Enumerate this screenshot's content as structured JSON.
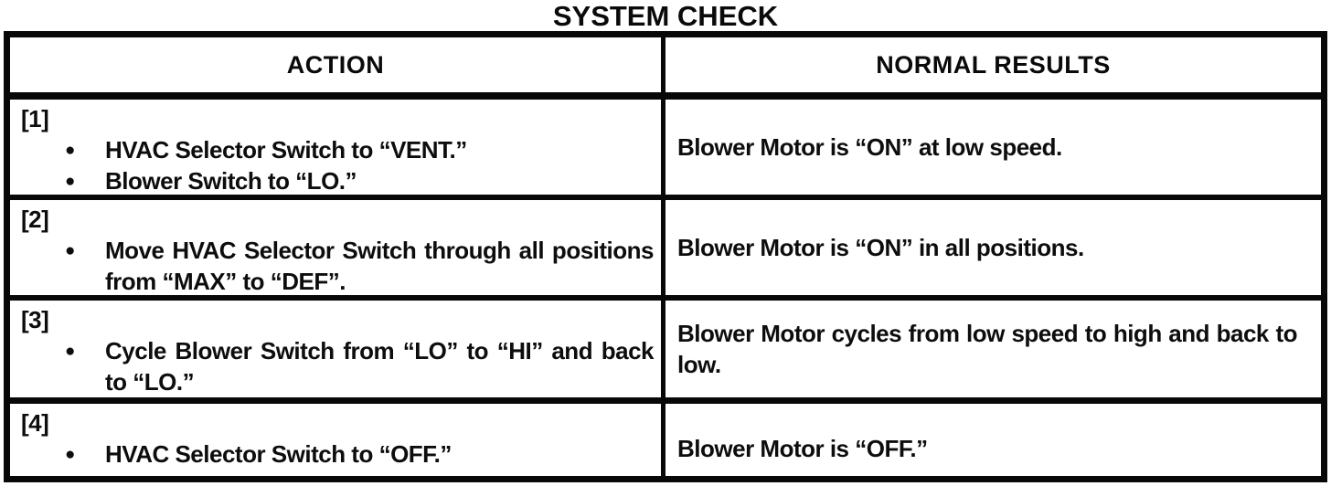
{
  "page": {
    "title": "SYSTEM CHECK"
  },
  "table": {
    "bullet_icon": "●",
    "headers": {
      "action": "ACTION",
      "results": "NORMAL RESULTS"
    },
    "rows": [
      {
        "step": "[1]",
        "actions": [
          "HVAC Selector Switch to “VENT.”",
          "Blower Switch to “LO.”"
        ],
        "result": "Blower Motor is “ON” at low speed."
      },
      {
        "step": "[2]",
        "actions": [
          "Move HVAC Selector Switch through all positions from “MAX” to “DEF”."
        ],
        "result": "Blower Motor is “ON” in all positions."
      },
      {
        "step": "[3]",
        "actions": [
          "Cycle Blower Switch from “LO” to “HI” and back to “LO.”"
        ],
        "result": "Blower Motor cycles from low speed to high and back to low."
      },
      {
        "step": "[4]",
        "actions": [
          "HVAC Selector Switch to “OFF.”"
        ],
        "result": "Blower Motor is “OFF.”"
      }
    ]
  }
}
